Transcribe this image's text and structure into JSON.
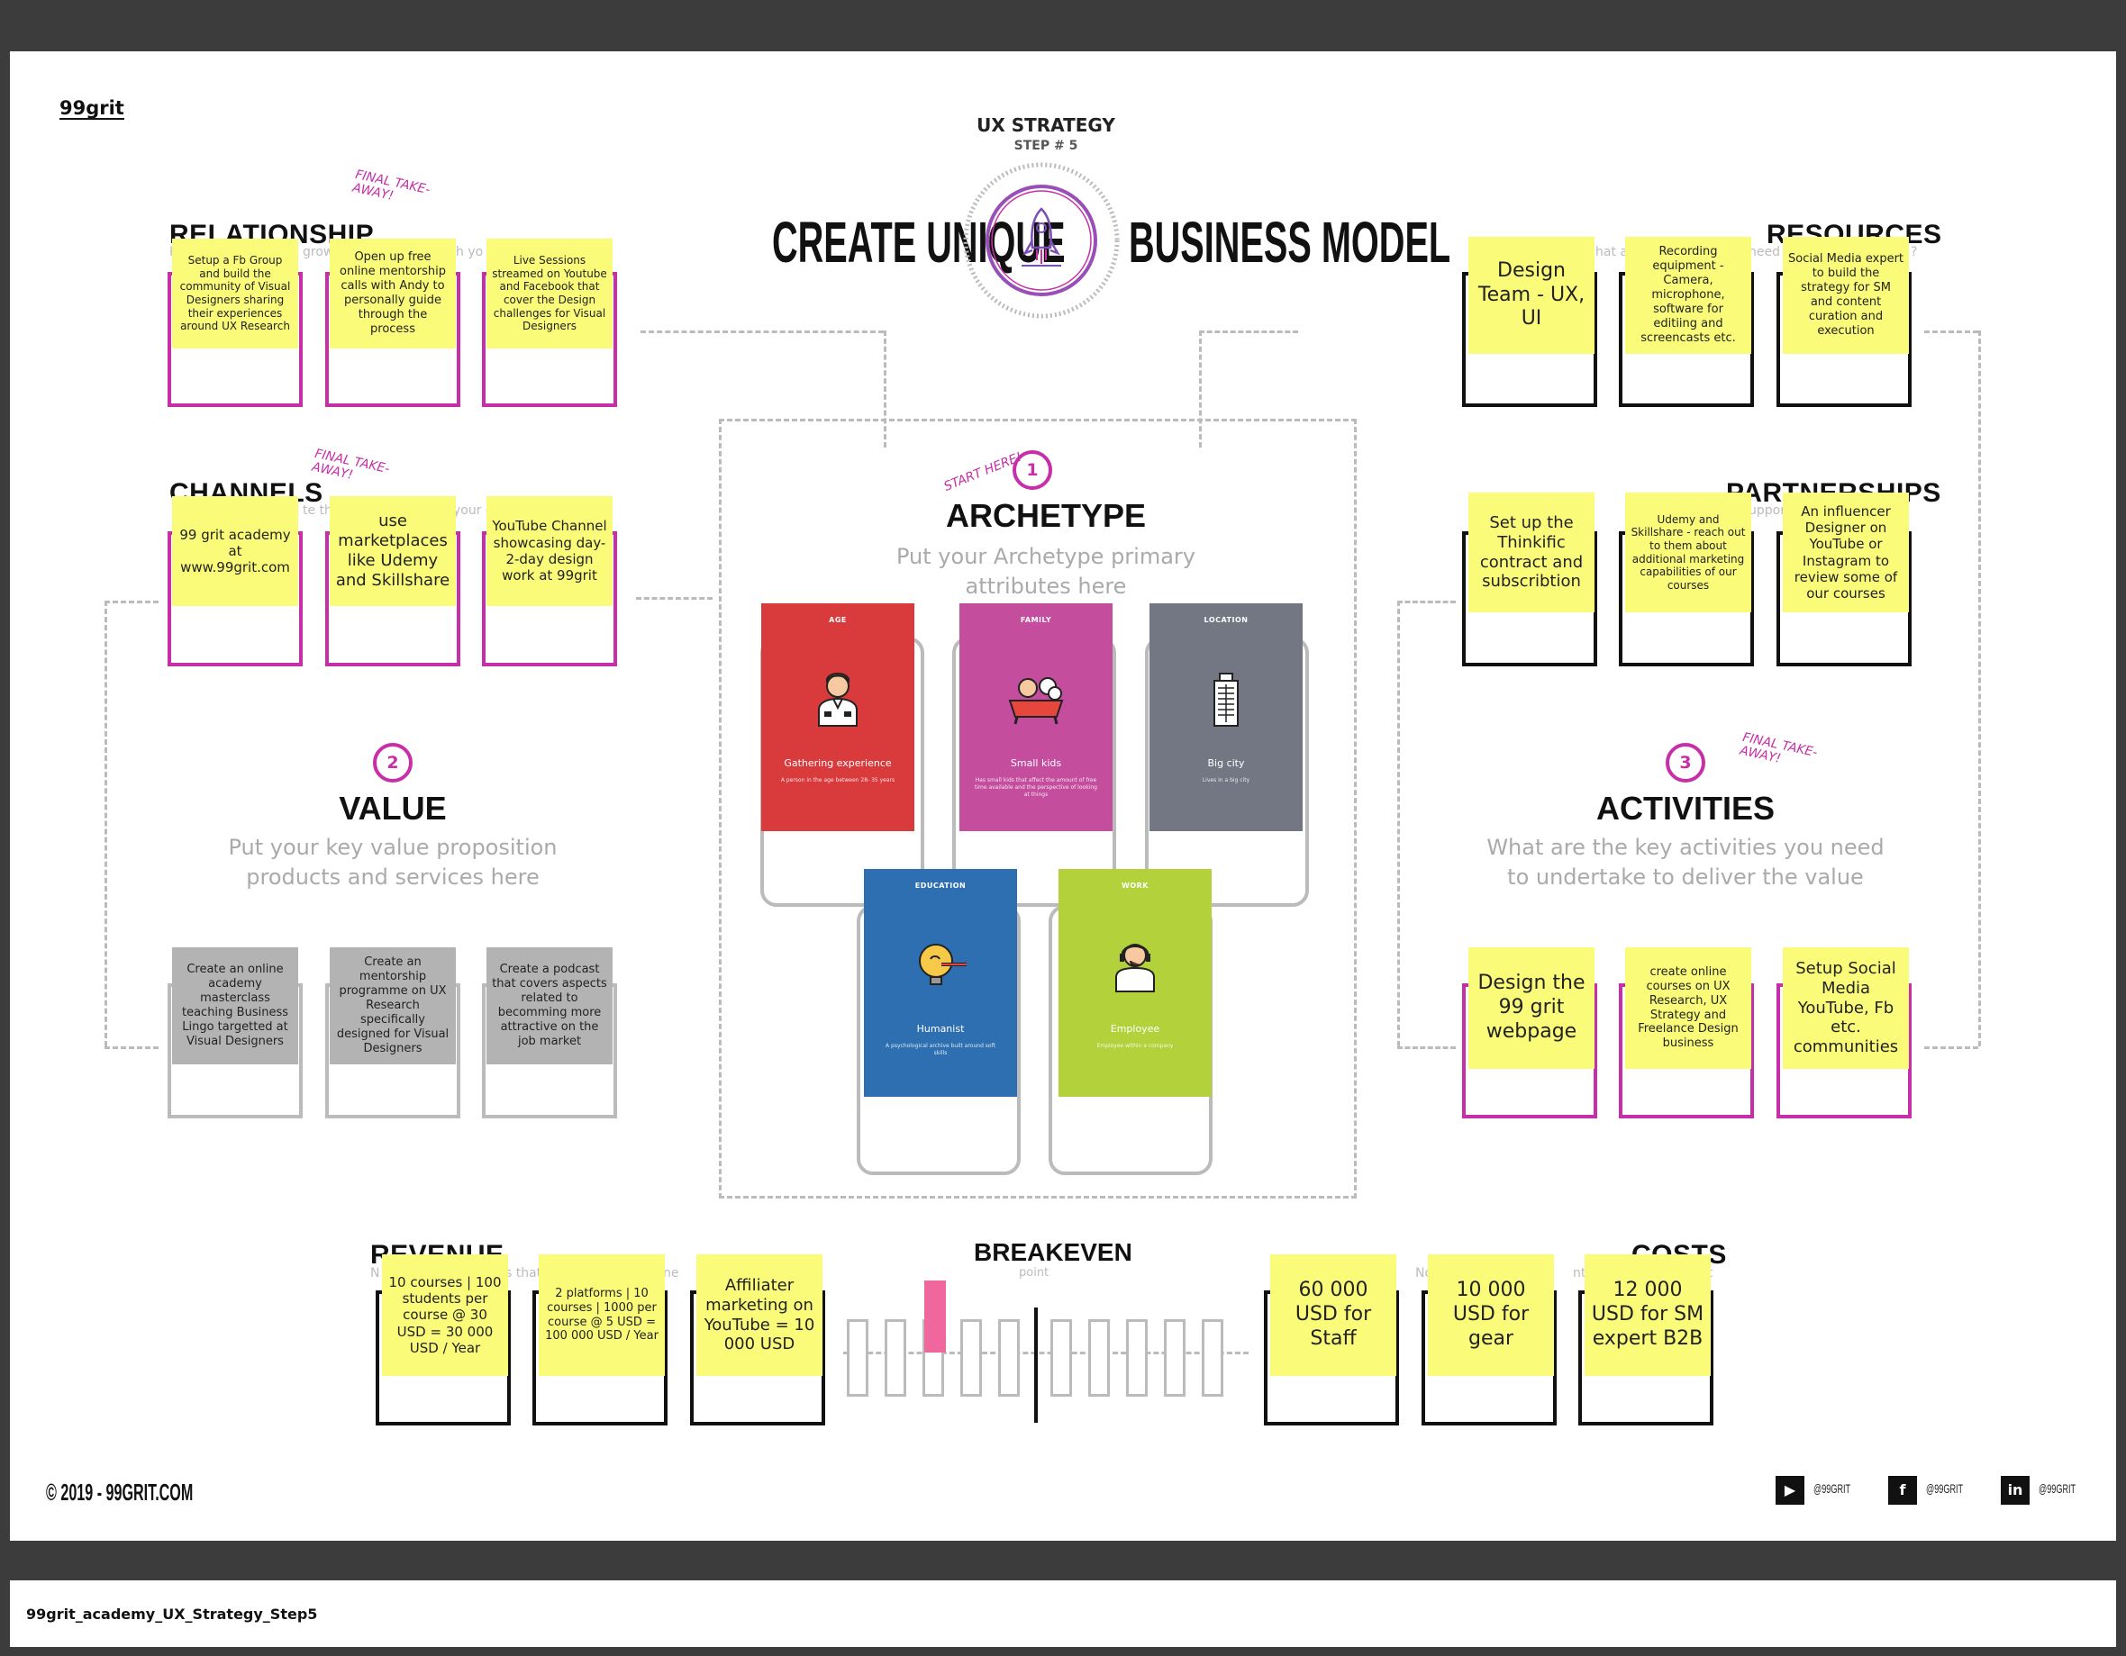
{
  "brand": "99grit",
  "header": {
    "title": "UX STRATEGY",
    "step": "STEP # 5",
    "left_heading": "CREATE UNIQUE",
    "right_heading": "BUSINESS MODEL"
  },
  "annotations": {
    "final_takeaway": "FINAL TAKE-AWAY!",
    "start_here": "START HERE!"
  },
  "relationship": {
    "title": "RELATIONSHIP",
    "faint": "H",
    "faint_a": "grow",
    "faint_b": "h yo",
    "notes": [
      "Setup a Fb Group and build the community of Visual Designers sharing their experiences around UX Research",
      "Open up free online mentorship calls with Andy to personally guide through the process",
      "Live Sessions streamed on Youtube and Facebook that cover the Design challenges for Visual Designers"
    ]
  },
  "channels": {
    "title": "CHANNELS",
    "faint_a": "te the",
    "faint_b": "your c",
    "notes": [
      "99 grit academy at www.99grit.com",
      "use marketplaces like Udemy and Skillshare",
      "YouTube Channel showcasing day-2-day design work at 99grit"
    ]
  },
  "value": {
    "number": "2",
    "title": "VALUE",
    "subtitle": "Put your key value proposition products and services here",
    "notes": [
      "Create an online academy masterclass teaching Business Lingo targetted at Visual Designers",
      "Create an mentorship programme on UX Research specifically designed for Visual Designers",
      "Create a podcast that covers aspects related to becomming more attractive on the job market"
    ]
  },
  "archetype": {
    "number": "1",
    "title": "ARCHETYPE",
    "subtitle": "Put your Archetype primary attributes here",
    "cards": [
      {
        "category": "AGE",
        "label": "Gathering experience",
        "desc": "A person in the age between 28- 35 years",
        "color": "#d93b3d",
        "icon": "person-icon"
      },
      {
        "category": "FAMILY",
        "label": "Small kids",
        "desc": "Has small kids that affect the amount of free time available and the perspective of looking at things",
        "color": "#c44d9e",
        "icon": "baby-bath-icon"
      },
      {
        "category": "LOCATION",
        "label": "Big city",
        "desc": "Lives in a big city",
        "color": "#737784",
        "icon": "building-icon"
      },
      {
        "category": "EDUCATION",
        "label": "Humanist",
        "desc": "A psychological archive built around soft skills",
        "color": "#2d6fb0",
        "icon": "lightbulb-icon"
      },
      {
        "category": "WORK",
        "label": "Employee",
        "desc": "Employee within a company",
        "color": "#b3d13b",
        "icon": "headset-person-icon"
      }
    ]
  },
  "resources": {
    "title": "RESOURCES",
    "faint_a": "hat a",
    "faint_b": "need",
    "faint_c": "?",
    "notes": [
      "Design Team - UX, UI",
      "Recording equipment - Camera, microphone, software for editiing and screencasts etc.",
      "Social Media expert to build the strategy for SM and content curation and execution"
    ]
  },
  "partnerships": {
    "title": "PARTNERSHIPS",
    "faint": "uppor",
    "notes": [
      "Set up the Thinkific contract and subscribtion",
      "Udemy and Skillshare - reach out to them about additional marketing capabilities of our courses",
      "An influencer Designer on YouTube or Instagram to review some of our courses"
    ]
  },
  "activities": {
    "number": "3",
    "title": "ACTIVITIES",
    "subtitle": "What are the key activities you need to undertake to deliver the value",
    "notes": [
      "Design the 99 grit webpage",
      "create online courses on UX Research, UX Strategy and Freelance Design business",
      "Setup Social Media YouTube, Fb etc. communities"
    ]
  },
  "revenue": {
    "title": "REVENUE",
    "faint_a": "N",
    "faint_b": "s that",
    "faint_c": "ne",
    "notes": [
      "10 courses | 100 students per course @ 30 USD = 30 000 USD / Year",
      "2 platforms | 10 courses | 1000 per course @ 5 USD = 100 000 USD / Year",
      "Affiliater marketing on YouTube  = 10 000 USD"
    ]
  },
  "breakeven": {
    "title": "BREAKEVEN",
    "subtitle": "point"
  },
  "costs": {
    "title": "COSTS",
    "faint_a": "No",
    "faint_b": "nts th",
    "faint_c": "t",
    "notes": [
      "60 000 USD for Staff",
      "10 000 USD for gear",
      "12 000 USD for SM expert B2B"
    ]
  },
  "footer": {
    "copyright": "© 2019 - 99GRIT.COM",
    "social": [
      {
        "icon": "youtube-icon",
        "glyph": "▶",
        "handle": "@99GRIT"
      },
      {
        "icon": "facebook-icon",
        "glyph": "f",
        "handle": "@99GRIT"
      },
      {
        "icon": "linkedin-icon",
        "glyph": "in",
        "handle": "@99GRIT"
      }
    ]
  },
  "filename": "99grit_academy_UX_Strategy_Step5",
  "colors": {
    "accent": "#c62fa8",
    "sticky": "#fbfb7a",
    "sticky_grey": "#b3b3b3",
    "bar_highlight": "#f0679d"
  }
}
